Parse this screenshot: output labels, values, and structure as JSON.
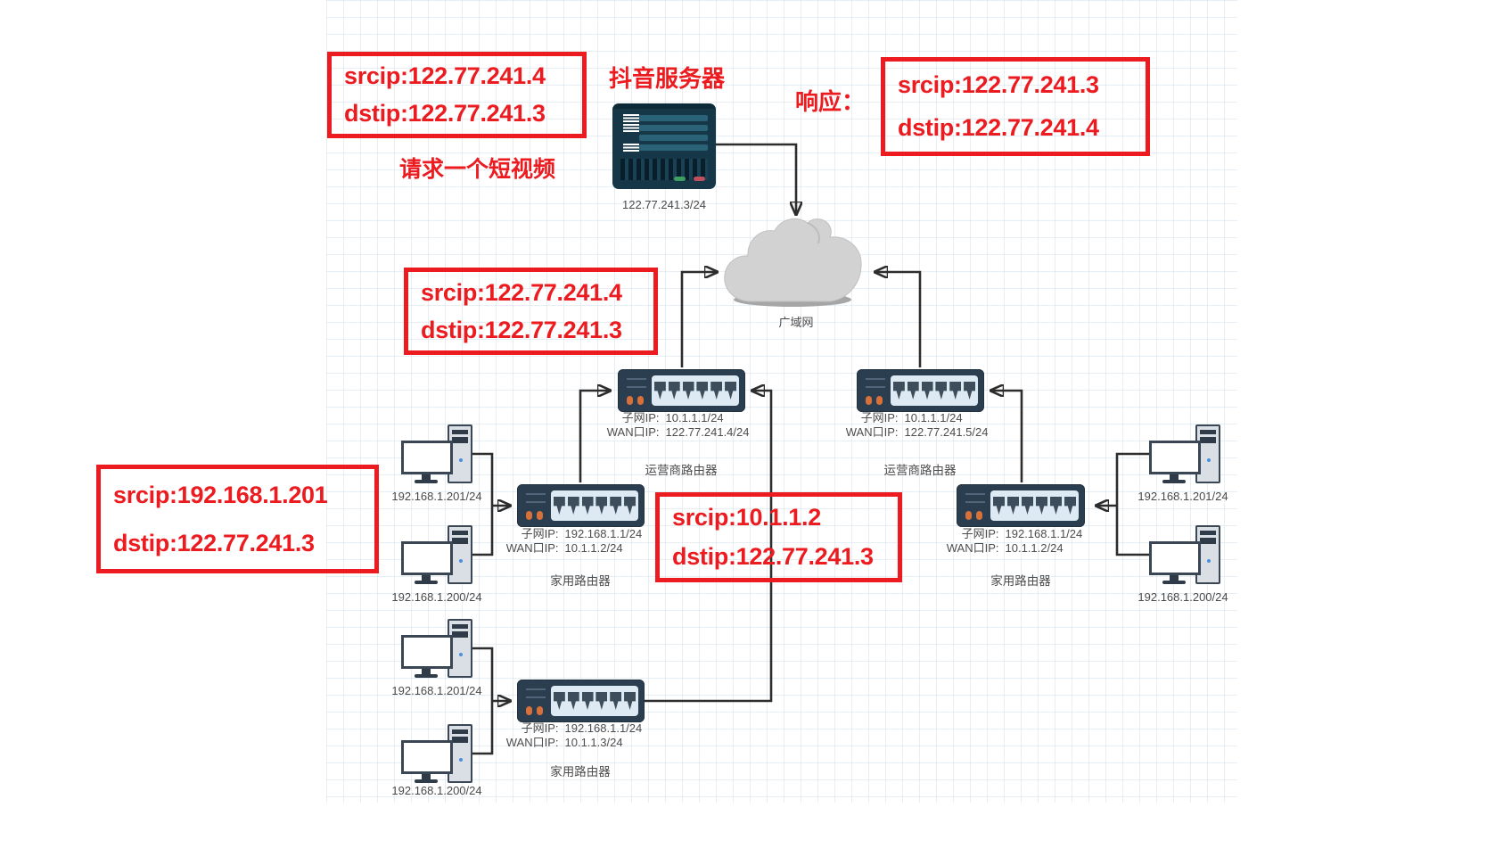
{
  "colors": {
    "annotation_red": "#ec1b1f",
    "device_body": "#2b3e50",
    "wire": "#2d2d2d",
    "cloud_fill": "#d2d2d2"
  },
  "annotations": {
    "request_packet": {
      "srcip": "srcip:122.77.241.4",
      "dstip": "dstip:122.77.241.3"
    },
    "request_caption": "请求一个短视频",
    "response_label": "响应：",
    "response_packet": {
      "srcip": "srcip:122.77.241.3",
      "dstip": "dstip:122.77.241.4"
    },
    "wan_packet": {
      "srcip": "srcip:122.77.241.4",
      "dstip": "dstip:122.77.241.3"
    },
    "lan_packet": {
      "srcip": "srcip:192.168.1.201",
      "dstip": "dstip:122.77.241.3"
    },
    "nat_packet": {
      "srcip": "srcip:10.1.1.2",
      "dstip": "dstip:122.77.241.3"
    }
  },
  "server": {
    "title": "抖音服务器",
    "ip": "122.77.241.3/24"
  },
  "cloud": {
    "label": "广域网"
  },
  "isp_routers": [
    {
      "subnet_key": "子网IP:",
      "subnet_value": "10.1.1.1/24",
      "wan_key": "WAN口IP:",
      "wan_value": "122.77.241.4/24",
      "name": "运营商路由器"
    },
    {
      "subnet_key": "子网IP:",
      "subnet_value": "10.1.1.1/24",
      "wan_key": "WAN口IP:",
      "wan_value": "122.77.241.5/24",
      "name": "运营商路由器"
    }
  ],
  "home_routers": [
    {
      "subnet_key": "子网IP:",
      "subnet_value": "192.168.1.1/24",
      "wan_key": "WAN口IP:",
      "wan_value": "10.1.1.2/24",
      "name": "家用路由器"
    },
    {
      "subnet_key": "子网IP:",
      "subnet_value": "192.168.1.1/24",
      "wan_key": "WAN口IP:",
      "wan_value": "10.1.1.2/24",
      "name": "家用路由器"
    },
    {
      "subnet_key": "子网IP:",
      "subnet_value": "192.168.1.1/24",
      "wan_key": "WAN口IP:",
      "wan_value": "10.1.1.3/24",
      "name": "家用路由器"
    }
  ],
  "computers": [
    {
      "ip": "192.168.1.201/24"
    },
    {
      "ip": "192.168.1.200/24"
    },
    {
      "ip": "192.168.1.201/24"
    },
    {
      "ip": "192.168.1.200/24"
    },
    {
      "ip": "192.168.1.201/24"
    },
    {
      "ip": "192.168.1.200/24"
    }
  ]
}
